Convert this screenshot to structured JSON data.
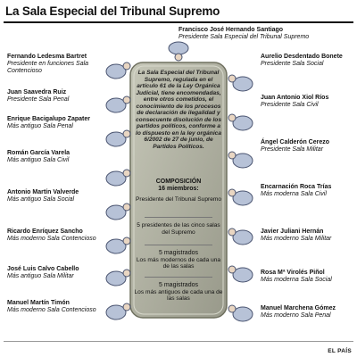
{
  "title": "La Sala Especial del Tribunal Supremo",
  "credit": "EL PAÍS",
  "description": "La Sala Especial del Tribunal Supremo, regulada en el artículo 61 de la Ley Orgánica Judicial, tiene encomendadas, entre otros cometidos, el conocimiento de los procesos de declaración de ilegalidad y consecuente disolución de los partidos políticos, conforme a lo dispuesto en la ley orgánica 6/2002 de 27 de junio, de Partidos Políticos.",
  "composition": {
    "title": "COMPOSICIÓN",
    "count": "16 miembros:",
    "items": [
      {
        "lead": "Presidente del Tribunal Supremo",
        "sub": ""
      },
      {
        "lead": "5 presidentes de las cinco salas del Supremo",
        "sub": ""
      },
      {
        "lead": "5 magistrados",
        "sub": "Los más modernos de cada una de las salas"
      },
      {
        "lead": "5 magistrados",
        "sub": "Los más antiguos de cada una de las salas"
      }
    ]
  },
  "top_member": {
    "name": "Francisco José  Hernando Santiago",
    "role": "Presidente Sala Especial del Tribunal Supremo"
  },
  "left_members": [
    {
      "name": "Fernando Ledesma Bartret",
      "role": "Presidente en funciones Sala Contencioso"
    },
    {
      "name": "Juan Saavedra Ruiz",
      "role": "Presidente Sala Penal"
    },
    {
      "name": "Enrique Bacigalupo Zapater",
      "role": "Más antiguo Sala Penal"
    },
    {
      "name": "Román García Varela",
      "role": "Más antiguo Sala Civil"
    },
    {
      "name": "Antonio Martín Valverde",
      "role": "Más antiguo Sala Social"
    },
    {
      "name": "Ricardo Enríquez Sancho",
      "role": "Más moderno Sala Contencioso"
    },
    {
      "name": "José Luis Calvo Cabello",
      "role": "Más antiguo Sala Militar"
    },
    {
      "name": "Manuel Martín Timón",
      "role": "Más moderno Sala Contencioso"
    }
  ],
  "right_members": [
    {
      "name": "Aurelio Desdentado Bonete",
      "role": "Presidente Sala Social"
    },
    {
      "name": "Juan Antonio Xiol Ríos",
      "role": "Presidente Sala Civil"
    },
    {
      "name": "Ángel Calderón Cerezo",
      "role": "Presidente Sala Militar"
    },
    {
      "name": "Encarnación Roca Trías",
      "role": "Más moderna Sala Civil"
    },
    {
      "name": "Javier Juliani Hernán",
      "role": "Más moderno Sala Militar"
    },
    {
      "name": "Rosa Mª Virolés Piñol",
      "role": "Más moderna Sala Social"
    },
    {
      "name": "Manuel Marchena Gómez",
      "role": "Más moderno Sala Penal"
    }
  ],
  "colors": {
    "table": "#a8a99a",
    "table_edge": "#6f705f",
    "seat_fill": "#b7c2d7",
    "seat_edge": "#4a5470"
  }
}
